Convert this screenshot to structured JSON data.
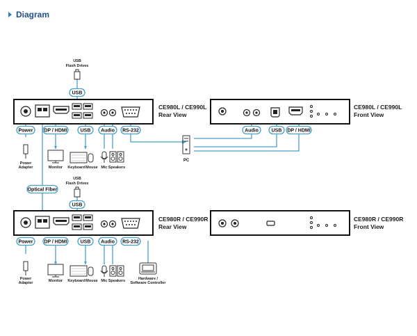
{
  "heading": {
    "title": "Diagram"
  },
  "devices": {
    "local_rear": {
      "model": "CE980L / CE990L",
      "view": "Rear View"
    },
    "local_front": {
      "model": "CE980L / CE990L",
      "view": "Front View"
    },
    "remote_rear": {
      "model": "CE980R / CE990R",
      "view": "Rear View"
    },
    "remote_front": {
      "model": "CE980R / CE990R",
      "view": "Front View"
    }
  },
  "pills": {
    "usb_top": "USB",
    "power_l": "Power",
    "dphdmi_l": "DP / HDMI",
    "usb_l": "USB",
    "audio_l": "Audio",
    "rs232_l": "RS-232",
    "audio_lf": "Audio",
    "usb_lf": "USB",
    "dphdmi_lf": "DP / HDMI",
    "optical": "Optical Fiber",
    "usb_mid": "USB",
    "power_r": "Power",
    "dphdmi_r": "DP / HDMI",
    "usb_r": "USB",
    "audio_r": "Audio",
    "rs232_r": "RS-232"
  },
  "peripherals": {
    "usb_flash_top": [
      "USB",
      "Flash Drives"
    ],
    "usb_flash_mid": [
      "USB",
      "Flash Drives"
    ],
    "power_adapter": [
      "Power",
      "Adapter"
    ],
    "monitor": "Monitor",
    "keyboard": "Keyboard",
    "mouse": "Mouse",
    "mic": "Mic",
    "speakers": "Speakers",
    "pc": "PC",
    "hw_controller": [
      "Hardware /",
      "Software Controller"
    ]
  },
  "colors": {
    "accent": "#4a9fc8",
    "heading": "#1f4e89",
    "bullet": "#2f7fc0"
  }
}
